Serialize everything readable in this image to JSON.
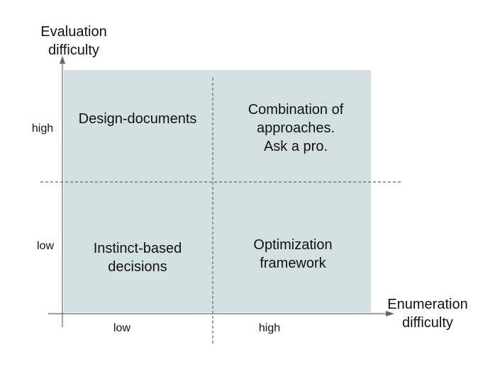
{
  "axes": {
    "y_title": "Evaluation\ndifficulty",
    "x_title": "Enumeration\ndifficulty",
    "y_ticks": {
      "high": "high",
      "low": "low"
    },
    "x_ticks": {
      "low": "low",
      "high": "high"
    }
  },
  "quadrants": {
    "top_left": "Design-documents",
    "top_right": "Combination of\napproaches.\nAsk a pro.",
    "bottom_left": "Instinct-based\ndecisions",
    "bottom_right": "Optimization\nframework"
  },
  "colors": {
    "quadrant_fill": "#d3e0e2",
    "axis": "#666666",
    "divider": "#666666",
    "text": "#111111"
  }
}
